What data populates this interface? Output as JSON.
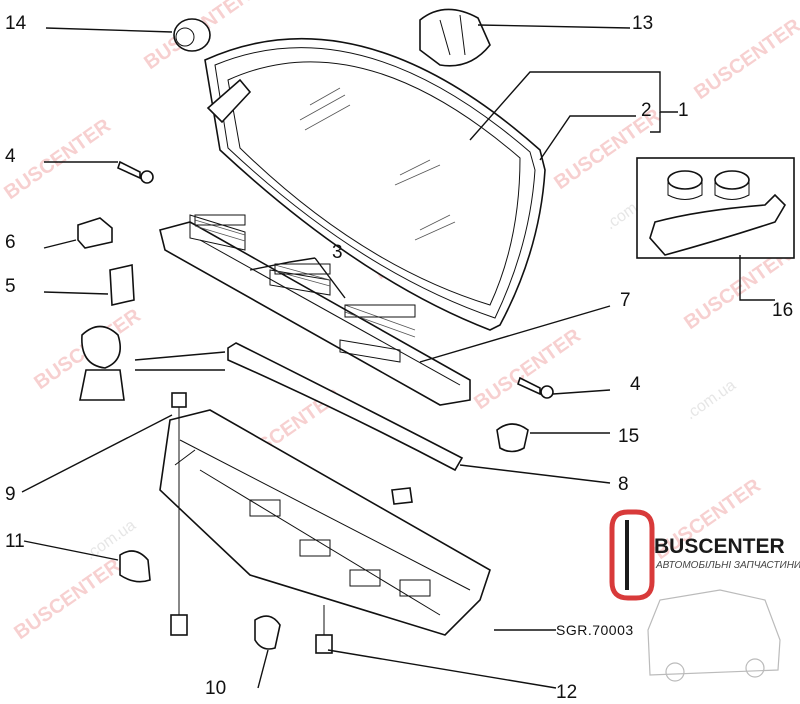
{
  "callouts": {
    "c1": "1",
    "c2": "2",
    "c3": "3",
    "c4a": "4",
    "c4b": "4",
    "c5": "5",
    "c6": "6",
    "c7": "7",
    "c8": "8",
    "c9": "9",
    "c10": "10",
    "c11": "11",
    "c12": "12",
    "c13": "13",
    "c14": "14",
    "c15": "15",
    "c16": "16"
  },
  "drawing_ref": "SGR.70003",
  "watermark": {
    "brand": "BUSCENTER",
    "domain": "BUSCENTER.com.ua",
    "site": ".com.ua"
  },
  "logo": {
    "name": "BUSCENTER",
    "tagline": "АВТОМОБІЛЬНІ ЗАПЧАСТИНИ"
  },
  "colors": {
    "line": "#111111",
    "watermark_red": "#e35a5a",
    "logo_red": "#d83a3a"
  }
}
